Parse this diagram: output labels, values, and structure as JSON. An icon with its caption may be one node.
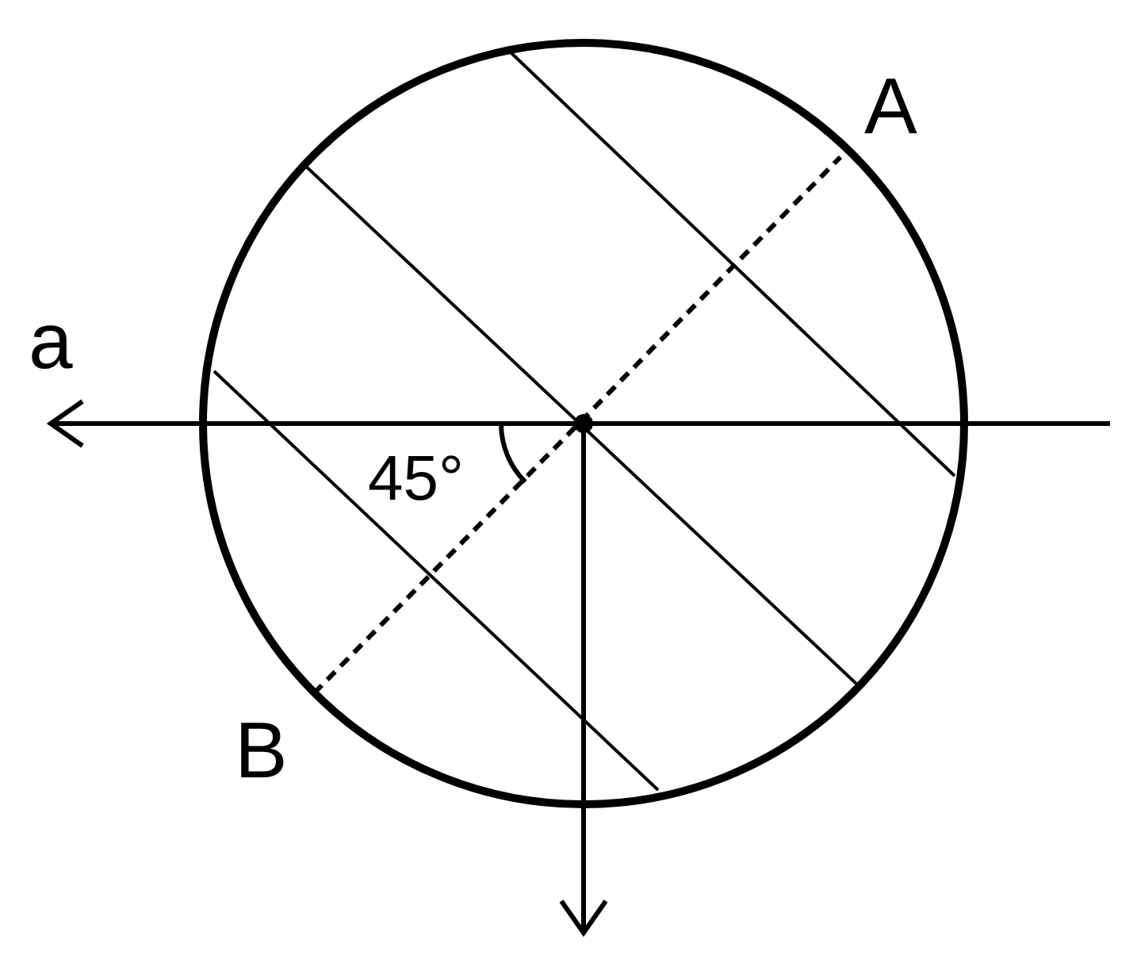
{
  "diagram": {
    "labels": [
      "A",
      "a",
      "45°",
      "B"
    ]
  }
}
